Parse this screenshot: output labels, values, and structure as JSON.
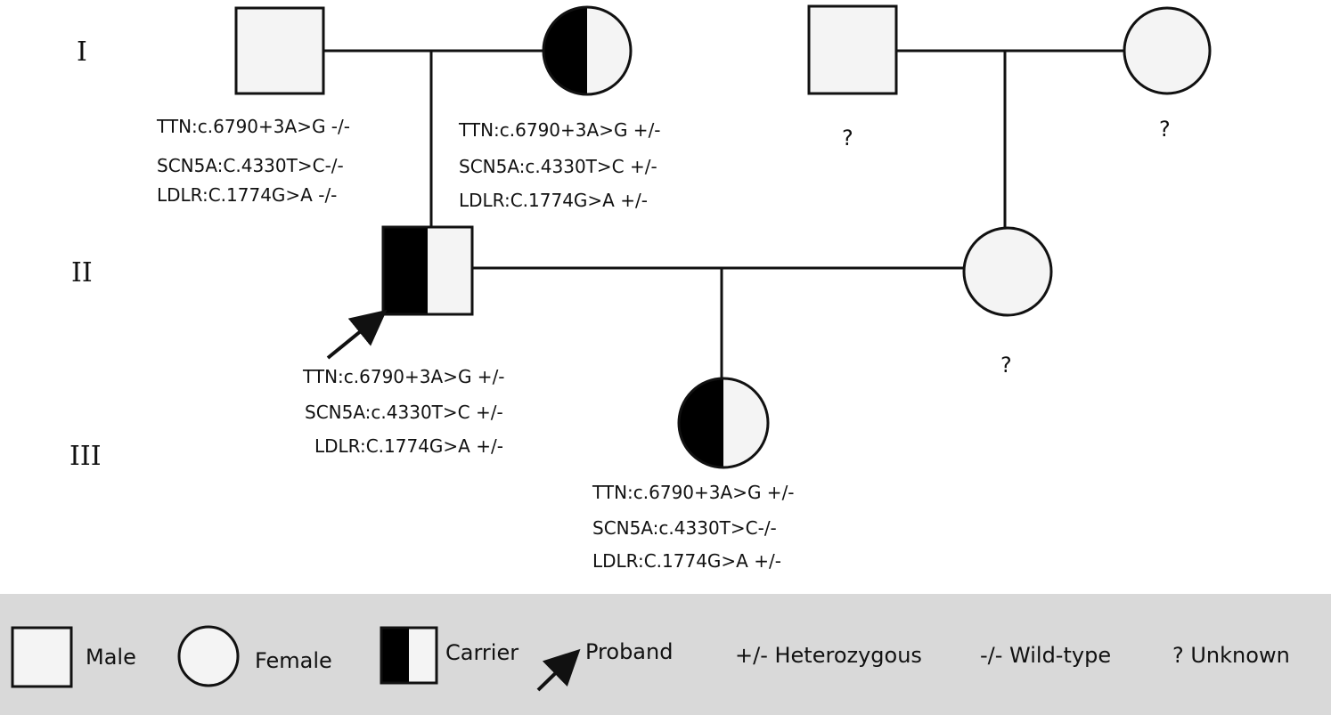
{
  "generations": [
    "I",
    "II",
    "III"
  ],
  "individuals": {
    "I1": {
      "sex": "male",
      "status": "unaffected",
      "genotype": [
        "TTN:c.6790+3A>G -/-",
        "SCN5A:C.4330T>C-/-",
        "LDLR:C.1774G>A -/-"
      ]
    },
    "I2": {
      "sex": "female",
      "status": "carrier",
      "genotype": [
        "TTN:c.6790+3A>G +/-",
        "SCN5A:c.4330T>C +/-",
        "LDLR:C.1774G>A +/-"
      ]
    },
    "I3": {
      "sex": "male",
      "status": "unknown",
      "mark": "?"
    },
    "I4": {
      "sex": "female",
      "status": "unknown",
      "mark": "?"
    },
    "II1": {
      "sex": "male",
      "status": "carrier",
      "proband": true,
      "genotype": [
        "TTN:c.6790+3A>G +/-",
        "SCN5A:c.4330T>C +/-",
        "LDLR:C.1774G>A +/-"
      ]
    },
    "II2": {
      "sex": "female",
      "status": "unknown",
      "mark": "?"
    },
    "III1": {
      "sex": "female",
      "status": "carrier",
      "genotype": [
        "TTN:c.6790+3A>G +/-",
        "SCN5A:c.4330T>C-/-",
        "LDLR:C.1774G>A +/-"
      ]
    }
  },
  "legend": {
    "male": "Male",
    "female": "Female",
    "carrier": "Carrier",
    "proband": "Proband",
    "heterozygous": "+/- Heterozygous",
    "wildtype": "-/- Wild-type",
    "unknown": "? Unknown"
  },
  "colors": {
    "filled": "#000000",
    "open": "#f4f4f4",
    "line": "#111111",
    "legend_bg": "#d9d9d9"
  }
}
